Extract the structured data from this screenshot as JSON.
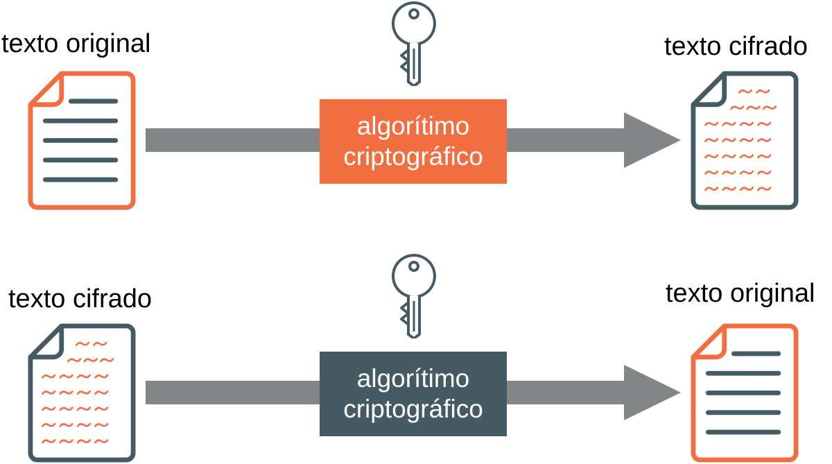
{
  "colors": {
    "orange": "#f26e41",
    "slate": "#455b64",
    "arrow_gray": "#838687",
    "text": "#000000"
  },
  "encryption": {
    "input_label": "texto original",
    "output_label": "texto cifrado",
    "algorithm": {
      "line1": "algorítimo",
      "line2": "criptográfico",
      "color": "#f26e41"
    },
    "input_icon": "plain-document-icon",
    "output_icon": "cipher-document-icon",
    "key_icon": "key-icon"
  },
  "decryption": {
    "input_label": "texto cifrado",
    "output_label": "texto original",
    "algorithm": {
      "line1": "algorítimo",
      "line2": "criptográfico",
      "color": "#455b64"
    },
    "input_icon": "cipher-document-icon",
    "output_icon": "plain-document-icon",
    "key_icon": "key-icon"
  }
}
